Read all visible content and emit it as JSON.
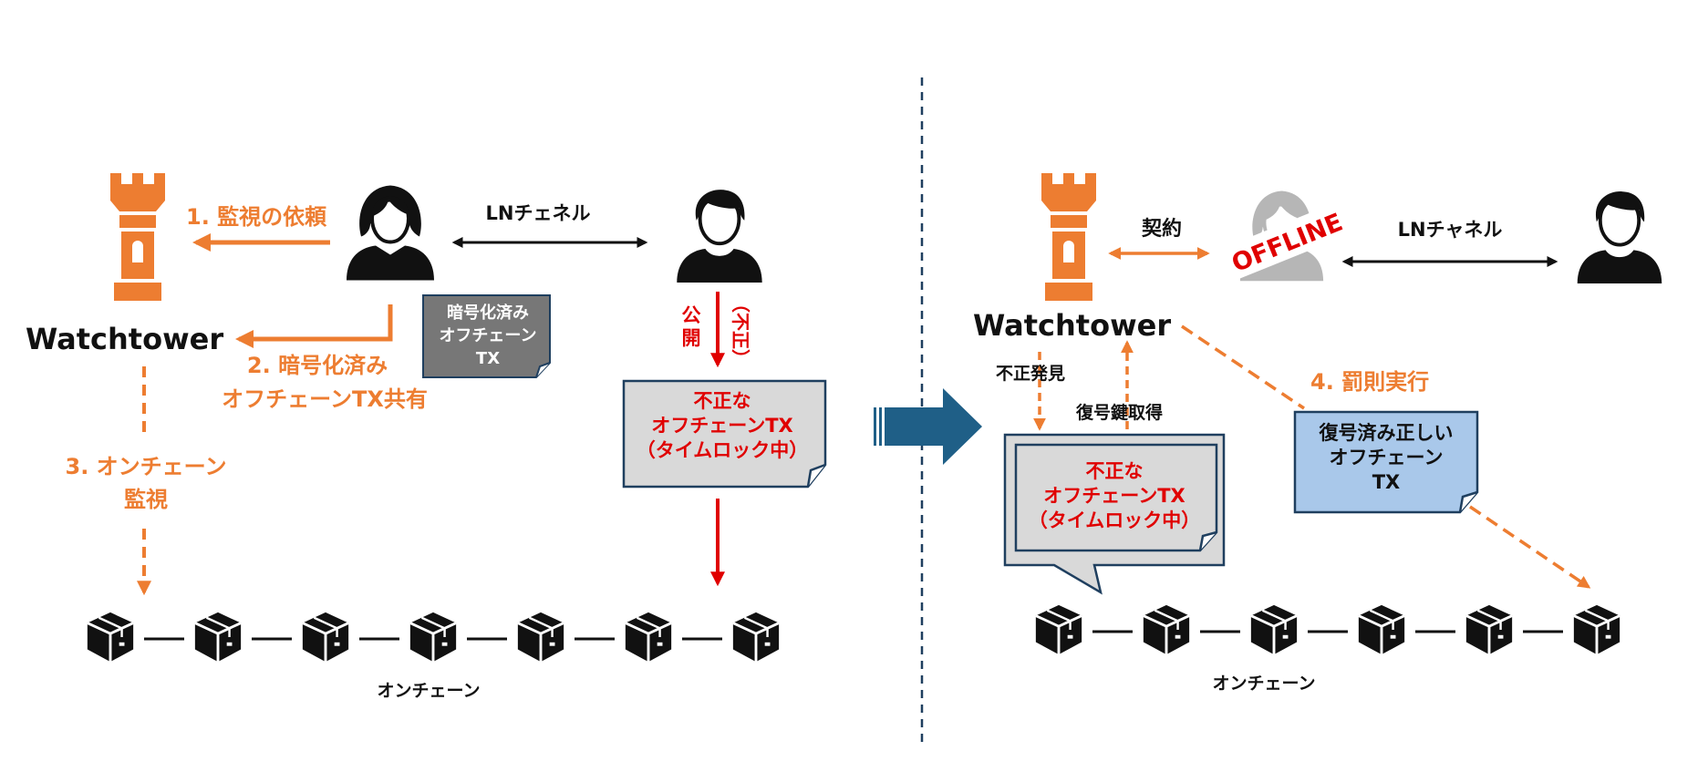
{
  "colors": {
    "orange": "#ED7D31",
    "red": "#E00000",
    "black": "#111111",
    "navy": "#1F3F5F",
    "doc_gray": "#777777",
    "doc_light": "#D9D9D9",
    "doc_blue": "#A9C8EA",
    "arrow_blue": "#1F5F87",
    "offline_gray": "#BFBFBF"
  },
  "left": {
    "watchtower_label": "Watchtower",
    "channel_label": "LNチェネル",
    "step1": "1. 監視の依頼",
    "step2_line1": "2. 暗号化済み",
    "step2_line2": "オフチェーンTX共有",
    "step3_line1": "3. オンチェーン",
    "step3_line2": "監視",
    "encrypted_doc": [
      "暗号化済み",
      "オフチェーン",
      "TX"
    ],
    "publish_label": "公開",
    "illegal_paren": "（不正）",
    "fraud_doc": [
      "不正な",
      "オフチェーンTX",
      "（タイムロック中）"
    ],
    "onchain_label": "オンチェーン",
    "block_count": 7
  },
  "right": {
    "watchtower_label": "Watchtower",
    "contract_label": "契約",
    "offline_label": "OFFLINE",
    "channel_label": "LNチャネル",
    "detect_label": "不正発見",
    "key_label": "復号鍵取得",
    "step4": "4. 罰則実行",
    "fraud_doc": [
      "不正な",
      "オフチェーンTX",
      "（タイムロック中）"
    ],
    "decrypted_doc": [
      "復号済み正しい",
      "オフチェーン",
      "TX"
    ],
    "onchain_label": "オンチェーン",
    "block_count": 6
  },
  "icons": {
    "tower": "watchtower-rook-icon",
    "female_user": "user-female-icon",
    "male_user": "user-male-icon",
    "block": "block-cube-icon",
    "next": "chevron-right-arrow-icon"
  }
}
